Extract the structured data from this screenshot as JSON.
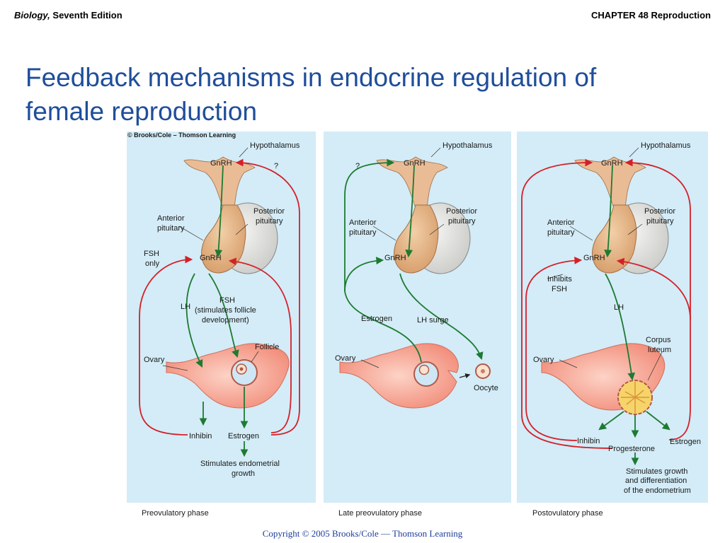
{
  "header": {
    "book_italic": "Biology,",
    "book_rest": " Seventh Edition",
    "chapter": "CHAPTER 48 Reproduction"
  },
  "title_line1": "Feedback mechanisms in endocrine regulation of",
  "title_line2": "female reproduction",
  "credit": "© Brooks/Cole – Thomson Learning",
  "footer": "Copyright © 2005 Brooks/Cole — Thomson Learning",
  "colors": {
    "panel_bg": "#d3ecf7",
    "title": "#1f4e9a",
    "stimulate_arrow": "#1e7a32",
    "inhibit_arrow": "#d42029",
    "ovary": "#f7a08a",
    "pituitary_anterior": "#e8b487",
    "pituitary_posterior": "#d9d9d6"
  },
  "panels": [
    {
      "caption": "Preovulatory phase",
      "labels": {
        "hypothalamus": "Hypothalamus",
        "gnrh_top": "GnRH",
        "question": "?",
        "anterior_1": "Anterior",
        "anterior_2": "pituitary",
        "posterior_1": "Posterior",
        "posterior_2": "pituitary",
        "fsh_only_1": "FSH",
        "fsh_only_2": "only",
        "gnrh_mid": "GnRH",
        "lh": "LH",
        "fsh_1": "FSH",
        "fsh_2": "(stimulates follicle",
        "fsh_3": "development)",
        "follicle": "Follicle",
        "ovary": "Ovary",
        "inhibin": "Inhibin",
        "estrogen": "Estrogen",
        "stim_1": "Stimulates endometrial",
        "stim_2": "growth"
      }
    },
    {
      "caption": "Late preovulatory phase",
      "labels": {
        "question": "?",
        "gnrh_top": "GnRH",
        "hypothalamus": "Hypothalamus",
        "anterior_1": "Anterior",
        "anterior_2": "pituitary",
        "posterior_1": "Posterior",
        "posterior_2": "pituitary",
        "gnrh_mid": "GnRH",
        "estrogen": "Estrogen",
        "lh_surge": "LH surge",
        "ovary": "Ovary",
        "oocyte": "Oocyte"
      }
    },
    {
      "caption": "Postovulatory phase",
      "labels": {
        "gnrh_top": "GnRH",
        "hypothalamus": "Hypothalamus",
        "anterior_1": "Anterior",
        "anterior_2": "pituitary",
        "posterior_1": "Posterior",
        "posterior_2": "pituitary",
        "gnrh_mid": "GnRH",
        "inhibits_1": "Inhibits",
        "inhibits_2": "FSH",
        "lh": "LH",
        "corpus_1": "Corpus",
        "corpus_2": "luteum",
        "ovary": "Ovary",
        "inhibin": "Inhibin",
        "progesterone": "Progesterone",
        "estrogen": "Estrogen",
        "stim_1": "Stimulates growth",
        "stim_2": "and  differentiation",
        "stim_3": "of the endometrium"
      }
    }
  ]
}
